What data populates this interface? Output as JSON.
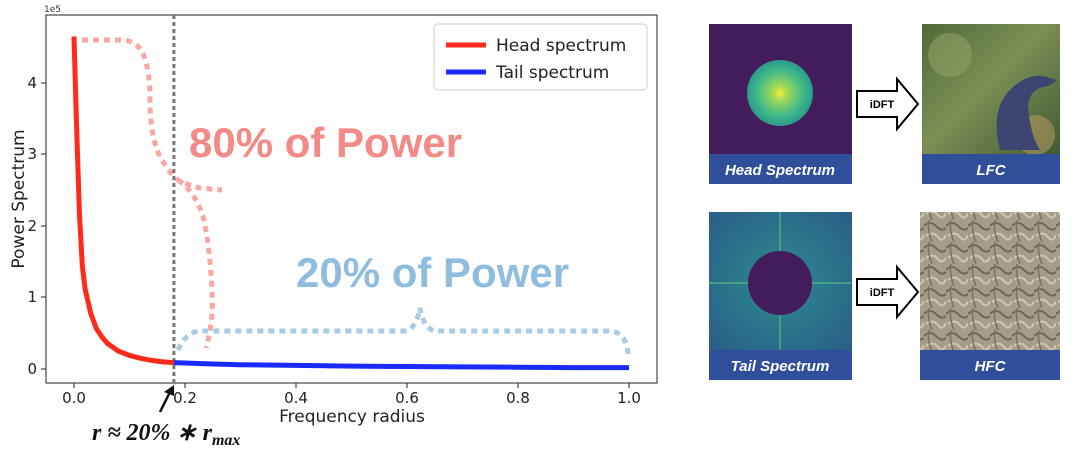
{
  "chart_data": {
    "type": "line",
    "xlabel": "Frequency radius",
    "ylabel": "Power Spectrum",
    "y_scale_label": "1e5",
    "xlim": [
      -0.05,
      1.05
    ],
    "ylim": [
      -0.15,
      4.75
    ],
    "x_ticks": [
      "0.0",
      "0.2",
      "0.4",
      "0.6",
      "0.8",
      "1.0"
    ],
    "y_ticks": [
      "0",
      "1",
      "2",
      "3",
      "4"
    ],
    "x_tick_values": [
      0.0,
      0.2,
      0.4,
      0.6,
      0.8,
      1.0
    ],
    "y_tick_values": [
      0,
      1,
      2,
      3,
      4
    ],
    "grid": false,
    "legend_position": "top-right",
    "series": [
      {
        "name": "Head spectrum",
        "color": "#ff2a1a",
        "x": [
          0.0,
          0.005,
          0.01,
          0.015,
          0.02,
          0.03,
          0.04,
          0.05,
          0.06,
          0.08,
          0.1,
          0.12,
          0.14,
          0.16,
          0.18
        ],
        "y": [
          4.65,
          3.3,
          2.15,
          1.45,
          1.12,
          0.78,
          0.57,
          0.45,
          0.36,
          0.25,
          0.19,
          0.15,
          0.12,
          0.1,
          0.09
        ]
      },
      {
        "name": "Tail spectrum",
        "color": "#1a2bff",
        "x": [
          0.18,
          0.25,
          0.3,
          0.4,
          0.5,
          0.6,
          0.7,
          0.8,
          0.9,
          1.0
        ],
        "y": [
          0.09,
          0.07,
          0.06,
          0.05,
          0.04,
          0.035,
          0.03,
          0.025,
          0.02,
          0.02
        ]
      }
    ],
    "threshold_x": 0.18,
    "annotations": {
      "head_power": "80% of Power",
      "tail_power": "20% of Power",
      "head_color": "#f48a85",
      "tail_color": "#8fbde0",
      "formula_main": "r ≈ 20% ∗ r",
      "formula_sub": "max"
    }
  },
  "panels": {
    "head_caption": "Head Spectrum",
    "tail_caption": "Tail Spectrum",
    "lfc_caption": "LFC",
    "hfc_caption": "HFC",
    "arrow_label": "iDFT",
    "caption_bg": "#2f4f9a"
  }
}
